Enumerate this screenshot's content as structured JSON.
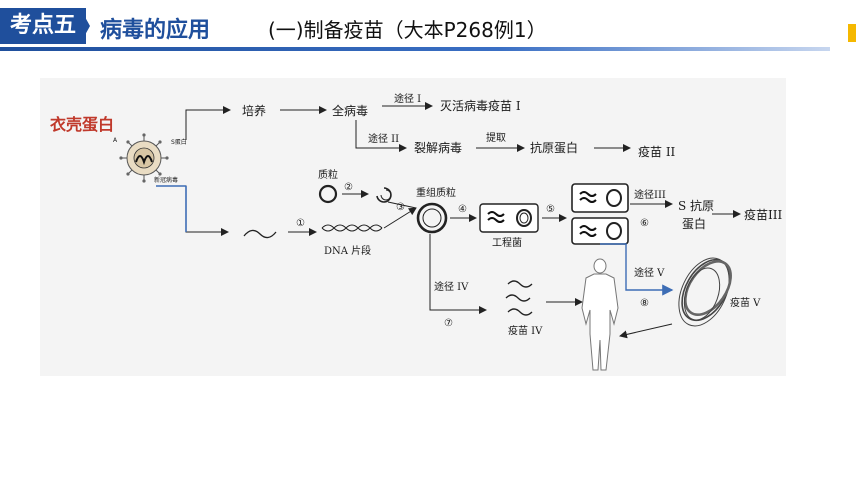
{
  "header": {
    "badge": "考点五",
    "section_title": "病毒的应用",
    "sub_title": "(一)制备疫苗（大本P268例1）"
  },
  "diagram": {
    "capsid_label": "衣壳蛋白",
    "virus_label_a": "A",
    "virus_label_s": "S蛋白",
    "virus_label_name": "新冠病毒",
    "culture": "培养",
    "whole_virus": "全病毒",
    "route_1": "途径 I",
    "vaccine_1": "灭活病毒疫苗 I",
    "route_2": "途径 II",
    "lyse_virus": "裂解病毒",
    "extract": "提取",
    "antigen_protein": "抗原蛋白",
    "vaccine_2": "疫苗 II",
    "plasmid": "质粒",
    "step_1": "①",
    "step_2": "②",
    "step_3": "③",
    "step_4": "④",
    "step_5": "⑤",
    "step_6": "⑥",
    "step_7": "⑦",
    "step_8": "⑧",
    "recombinant_plasmid": "重组质粒",
    "dna_fragment": "DNA 片段",
    "engineered_bacteria": "工程菌",
    "route_3": "途径III",
    "s_antigen_1": "S 抗原",
    "s_antigen_2": "蛋白",
    "vaccine_3": "疫苗III",
    "route_4": "途径 IV",
    "vaccine_4": "疫苗 IV",
    "route_5": "途径 V",
    "vaccine_5": "疫苗 V"
  },
  "colors": {
    "brand_blue": "#1f4f9c",
    "accent_yellow": "#f5b800",
    "label_red": "#c0392b",
    "pathway_blue": "#3d6db5"
  }
}
